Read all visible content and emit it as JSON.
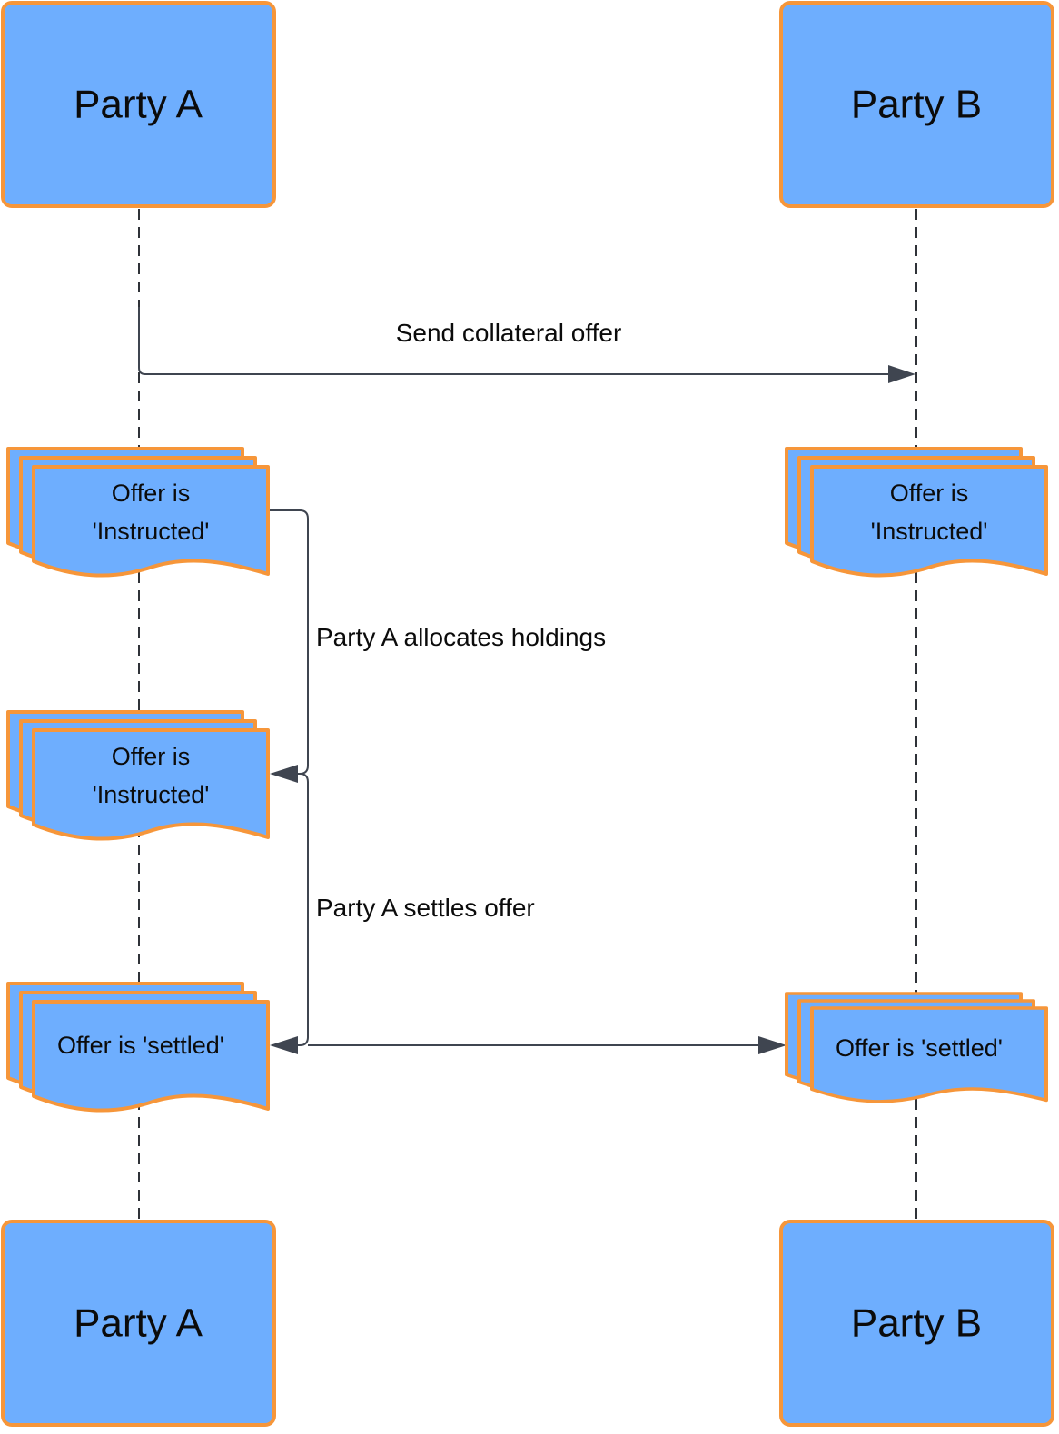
{
  "actors": {
    "left": "Party A",
    "right": "Party B"
  },
  "messages": {
    "send": "Send collateral offer",
    "allocate": "Party A allocates holdings",
    "settle": "Party A settles offer"
  },
  "documents": {
    "a_instructed_1": [
      "Offer is",
      "'Instructed'"
    ],
    "b_instructed": [
      "Offer is",
      "'Instructed'"
    ],
    "a_instructed_2": [
      "Offer is",
      "'Instructed'"
    ],
    "a_settled": "Offer is 'settled'",
    "b_settled": "Offer is 'settled'"
  },
  "colors": {
    "box_fill": "#6eaefe",
    "box_stroke": "#f6963a",
    "line": "#3f4550"
  }
}
